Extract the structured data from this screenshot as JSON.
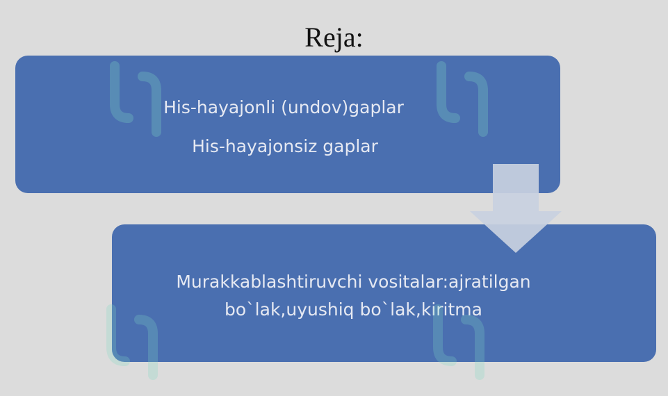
{
  "title": "Reja:",
  "boxes": [
    {
      "lines": [
        "His-hayajonli (undov)gaplar",
        "His-hayajonsiz gaplar"
      ]
    },
    {
      "lines": [
        "Murakkablashtiruvchi vositalar:ajratilgan",
        "bo`lak,uyushiq bo`lak,kiritma"
      ]
    }
  ],
  "colors": {
    "box": "#4a6fb0",
    "arrow": "#c8d0e0",
    "background": "#dcdcdc",
    "text": "#e6e9f2"
  },
  "watermark_icon": "sof-logo-icon"
}
